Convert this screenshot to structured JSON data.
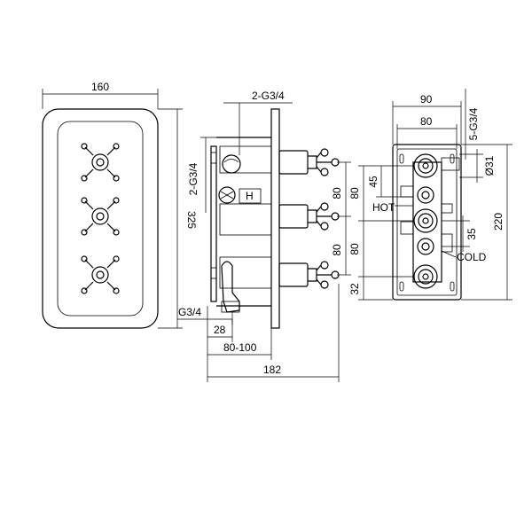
{
  "front_view": {
    "width_label": "160",
    "height_label": "325"
  },
  "side_view": {
    "outlet_label": "2-G3/4",
    "outlet_left_label": "2-G3/4",
    "spacing_upper_label": "80",
    "spacing_lower_label": "80",
    "inlet_label": "G3/4",
    "offset_label": "28",
    "adjust_label": "80-100",
    "depth_label": "182"
  },
  "back_view": {
    "outer_width_label": "90",
    "inner_width_label": "80",
    "outlets_label": "5-G3/4",
    "diameter_label": "Ø31",
    "top_offset_label": "45",
    "spacing_upper_label": "80",
    "hot_label": "HOT",
    "spacing_lower_label": "80",
    "offset_35_label": "35",
    "height_label": "220",
    "cold_label": "COLD",
    "bottom_label": "32"
  }
}
